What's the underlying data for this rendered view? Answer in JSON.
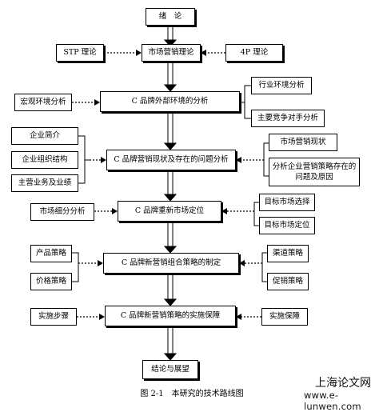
{
  "nodes": {
    "conclusion_intro": "绪　论",
    "stp": "STP 理论",
    "marketing_theory": "市场营销理论",
    "four_p": "4P 理论",
    "macro_env": "宏观环境分析",
    "external_env": "C 品牌外部环境的分析",
    "industry_env": "行业环境分析",
    "competitor": "主要竞争对手分析",
    "company_intro": "企业简介",
    "company_org": "企业组织结构",
    "main_business": "主营业务及业绩",
    "status_analysis": "C 品牌营销现状及存在的问题分析",
    "marketing_status": "市场营销现状",
    "problem_analysis": "分析企业营销策略存在的问题及原因",
    "market_segment": "市场细分分析",
    "reposition": "C 品牌重新市场定位",
    "target_select": "目标市场选择",
    "target_position": "目标市场定位",
    "product_strategy": "产品策略",
    "price_strategy": "价格策略",
    "mix_strategy": "C 品牌新营销组合策略的制定",
    "channel_strategy": "渠道策略",
    "promotion_strategy": "促销策略",
    "impl_steps": "实施步骤",
    "impl_guarantee_main": "C 品牌新营销策略的实施保障",
    "impl_guarantee": "实施保障",
    "conclusion_outlook": "结论与展望"
  },
  "caption": "图 2-1　本研究的技术路线图",
  "watermark": {
    "line1": "上海论文网",
    "line2": "www.e-lunwen.com"
  }
}
